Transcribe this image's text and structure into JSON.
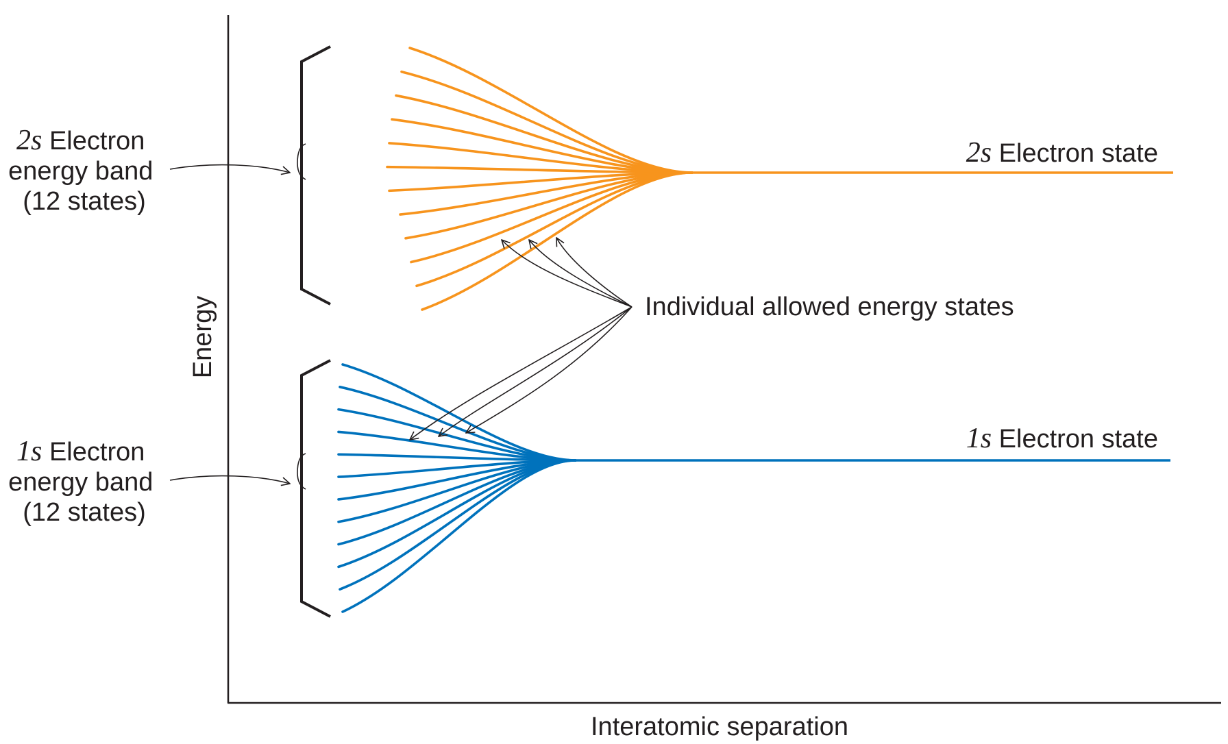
{
  "axes": {
    "y_label": "Energy",
    "x_label": "Interatomic separation"
  },
  "bands": [
    {
      "id": "2s",
      "color": "#f7941d",
      "state_count": 12,
      "label_prefix": "2",
      "label_orbital": "s",
      "label_line1_rest": " Electron",
      "label_line2": "energy band",
      "label_line3": "(12 states)",
      "state_label_prefix": "2",
      "state_label_orbital": "s",
      "state_label_rest": " Electron state"
    },
    {
      "id": "1s",
      "color": "#0072bc",
      "state_count": 12,
      "label_prefix": "1",
      "label_orbital": "s",
      "label_line1_rest": " Electron",
      "label_line2": "energy band",
      "label_line3": "(12 states)",
      "state_label_prefix": "1",
      "state_label_orbital": "s",
      "state_label_rest": " Electron state"
    }
  ],
  "annotation": "Individual allowed energy states",
  "colors": {
    "ink": "#231f20"
  }
}
